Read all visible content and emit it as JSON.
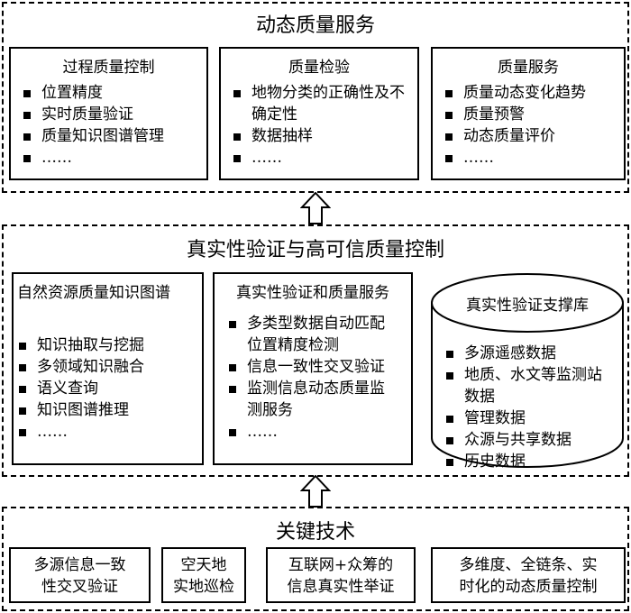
{
  "top": {
    "title": "动态质量服务",
    "boxes": [
      {
        "title": "过程质量控制",
        "items": [
          "位置精度",
          "实时质量验证",
          "质量知识图谱管理",
          "……"
        ]
      },
      {
        "title": "质量检验",
        "items": [
          "地物分类的正确性及不确定性",
          "数据抽样",
          "……"
        ]
      },
      {
        "title": "质量服务",
        "items": [
          "质量动态变化趋势",
          "质量预警",
          "动态质量评价",
          "……"
        ]
      }
    ]
  },
  "middle": {
    "title": "真实性验证与高可信质量控制",
    "boxes": [
      {
        "title": "自然资源质量知识图谱",
        "items": [
          "知识抽取与挖掘",
          "多领域知识融合",
          "语义查询",
          "知识图谱推理",
          "……"
        ]
      },
      {
        "title": "真实性验证和质量服务",
        "items": [
          "多类型数据自动匹配位置精度检测",
          "信息一致性交叉验证",
          "监测信息动态质量监测服务",
          "……"
        ]
      }
    ],
    "database": {
      "title": "真实性验证支撑库",
      "items": [
        "多源遥感数据",
        "地质、水文等监测站数据",
        "管理数据",
        "众源与共享数据",
        "历史数据"
      ]
    }
  },
  "bottom": {
    "title": "关键技术",
    "boxes": [
      {
        "lines": [
          "多源信息一致",
          "性交叉验证"
        ]
      },
      {
        "lines": [
          "空天地",
          "实地巡检"
        ]
      },
      {
        "lines": [
          "互联网+众筹的",
          "信息真实性举证"
        ]
      },
      {
        "lines": [
          "多维度、全链条、实",
          "时化的动态质量控制"
        ]
      }
    ]
  }
}
